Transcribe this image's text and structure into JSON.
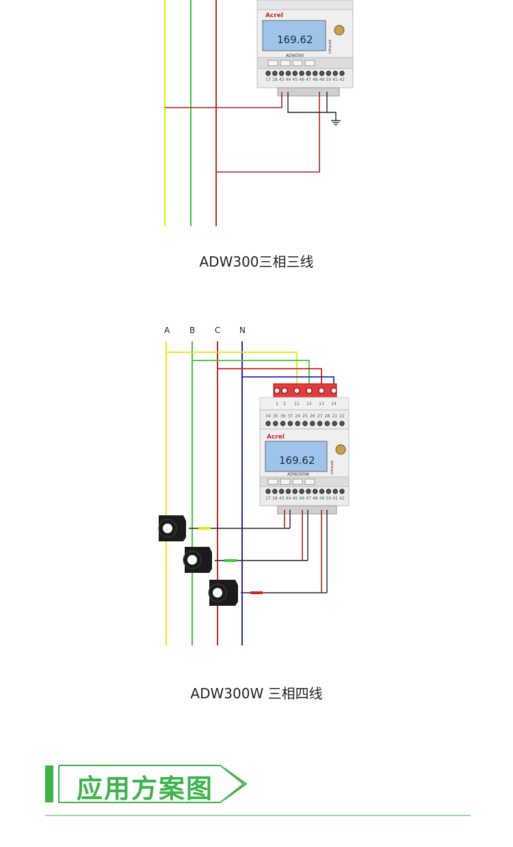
{
  "diagram1": {
    "caption": "ADW300三相三线",
    "meter": {
      "brand": "Acrel",
      "model": "ADW300",
      "display_value": "169.62",
      "side_label": "Infrared",
      "terminals_bottom": [
        "17",
        "18",
        "43",
        "44",
        "45",
        "46",
        "47",
        "48",
        "49",
        "50",
        "41",
        "42"
      ]
    }
  },
  "diagram2": {
    "caption": "ADW300W 三相四线",
    "phases": [
      "A",
      "B",
      "C",
      "N"
    ],
    "voltage_terminals": [
      "1",
      "2",
      "11",
      "12",
      "13",
      "14"
    ],
    "meter": {
      "brand": "Acrel",
      "model": "ADW300W",
      "display_value": "169.62",
      "side_label": "Infrared",
      "terminals_top": [
        "34",
        "35",
        "36",
        "37",
        "24",
        "25",
        "26",
        "27",
        "28",
        "21",
        "22"
      ],
      "terminals_bottom": [
        "17",
        "18",
        "43",
        "44",
        "45",
        "46",
        "47",
        "48",
        "49",
        "50",
        "41",
        "42"
      ]
    }
  },
  "section": {
    "title": "应用方案图"
  },
  "colors": {
    "phase_a": "#e8e800",
    "phase_b": "#33cc33",
    "phase_c": "#cc2222",
    "neutral": "#2222cc",
    "brand_green": "#3bb44a"
  }
}
